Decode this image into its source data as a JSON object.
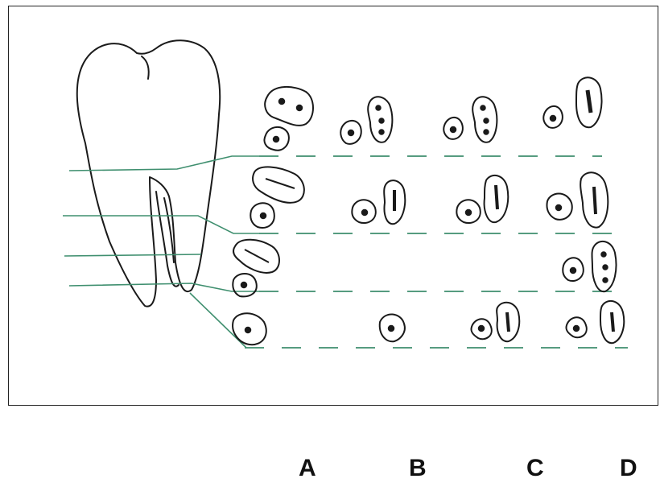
{
  "figure": {
    "column_labels": [
      "A",
      "B",
      "C",
      "D"
    ],
    "colors": {
      "outline": "#1a1a1a",
      "leader_line": "#3f8f6f",
      "frame": "#222222"
    }
  }
}
